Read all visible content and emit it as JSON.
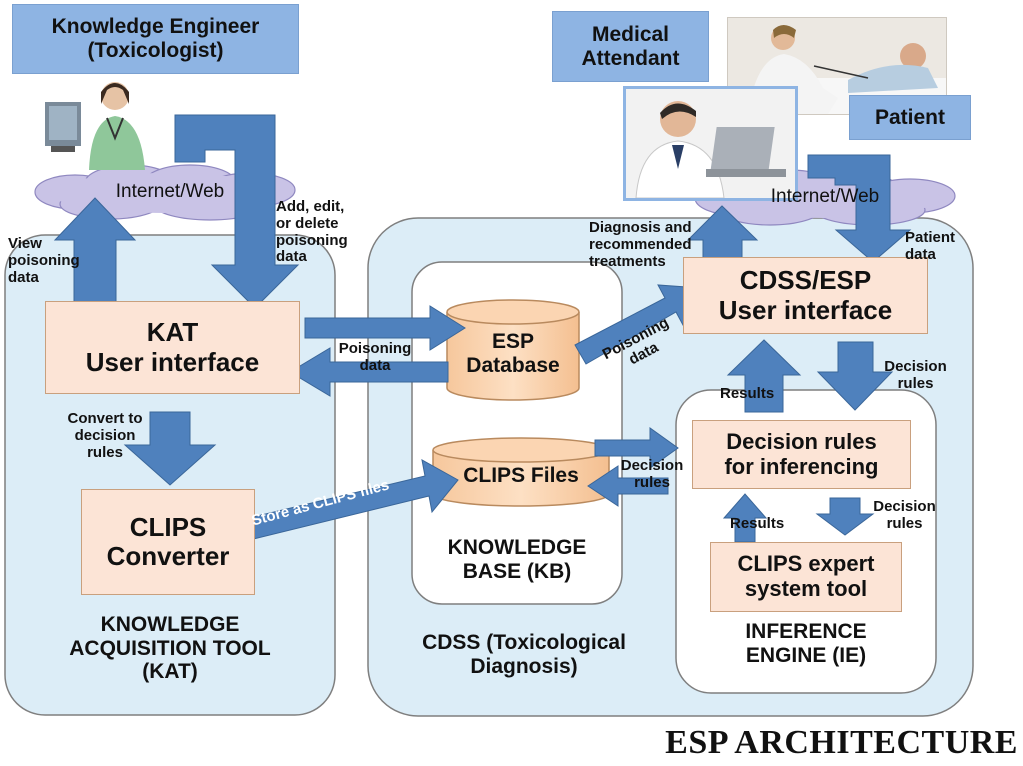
{
  "actors": {
    "knowledge_engineer": "Knowledge Engineer\n(Toxicologist)",
    "medical_attendant": "Medical\nAttendant",
    "patient": "Patient"
  },
  "clouds": {
    "left": "Internet/Web",
    "right": "Internet/Web"
  },
  "kat": {
    "ui": "KAT\nUser interface",
    "converter": "CLIPS\nConverter",
    "region_label": "KNOWLEDGE\nACQUISITION TOOL\n(KAT)"
  },
  "kb": {
    "database": "ESP\nDatabase",
    "clips_files": "CLIPS Files",
    "region_label": "KNOWLEDGE\nBASE (KB)"
  },
  "cdss": {
    "ui": "CDSS/ESP\nUser interface",
    "region_label": "CDSS (Toxicological\nDiagnosis)"
  },
  "ie": {
    "decision_rules": "Decision rules\nfor inferencing",
    "expert_tool": "CLIPS expert\nsystem tool",
    "region_label": "INFERENCE\nENGINE (IE)"
  },
  "flow_labels": {
    "view_poisoning": "View\npoisoning\ndata",
    "add_edit_delete": "Add, edit,\nor delete\npoisoning\ndata",
    "poisoning_data_back": "Poisoning\ndata",
    "convert_rules": "Convert to\ndecision\nrules",
    "store_clips": "Store as CLIPS files",
    "poisoning_data_diag": "Poisoning\ndata",
    "diagnosis": "Diagnosis and\nrecommended\ntreatments",
    "patient_data": "Patient\ndata",
    "results_top": "Results",
    "decision_rules_top": "Decision\nrules",
    "decision_rules_mid": "Decision\nrules",
    "results_inner": "Results",
    "decision_rules_inner": "Decision\nrules"
  },
  "caption": "ESP ARCHITECTURE",
  "colors": {
    "region_fill": "#dcedf7",
    "arrow": "#4f81bd",
    "peach": "#fce4d6",
    "title_box": "#8eb4e3",
    "cloud": "#c9c3e6"
  }
}
